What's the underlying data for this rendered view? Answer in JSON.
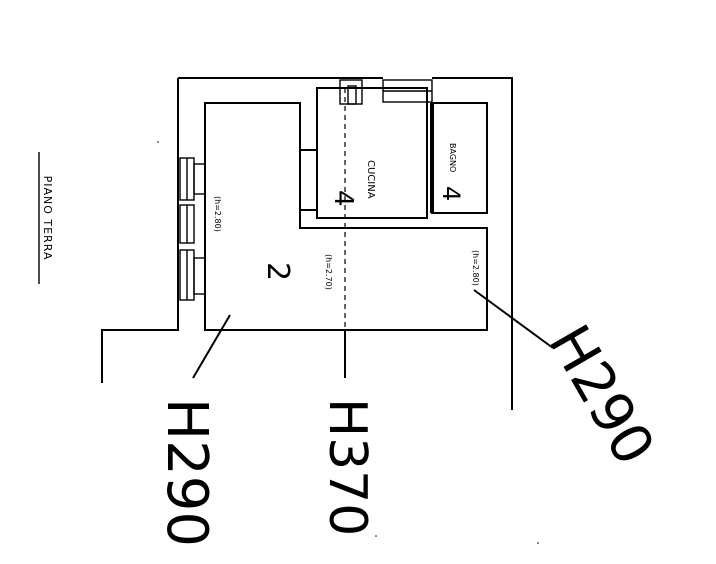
{
  "drawing": {
    "floor_label": "PIANO TERRA",
    "rooms": {
      "kitchen": "CUCINA",
      "bathroom": "BAGNO",
      "room_number": "2"
    },
    "kitchen_mark": "4",
    "bathroom_mark": "4",
    "heights": {
      "left_internal": "(h=2.80)",
      "middle_internal": "(h=2.70)",
      "right_internal": "(h=2.80)",
      "left": "H290",
      "middle": "H370",
      "right": "H290"
    }
  }
}
